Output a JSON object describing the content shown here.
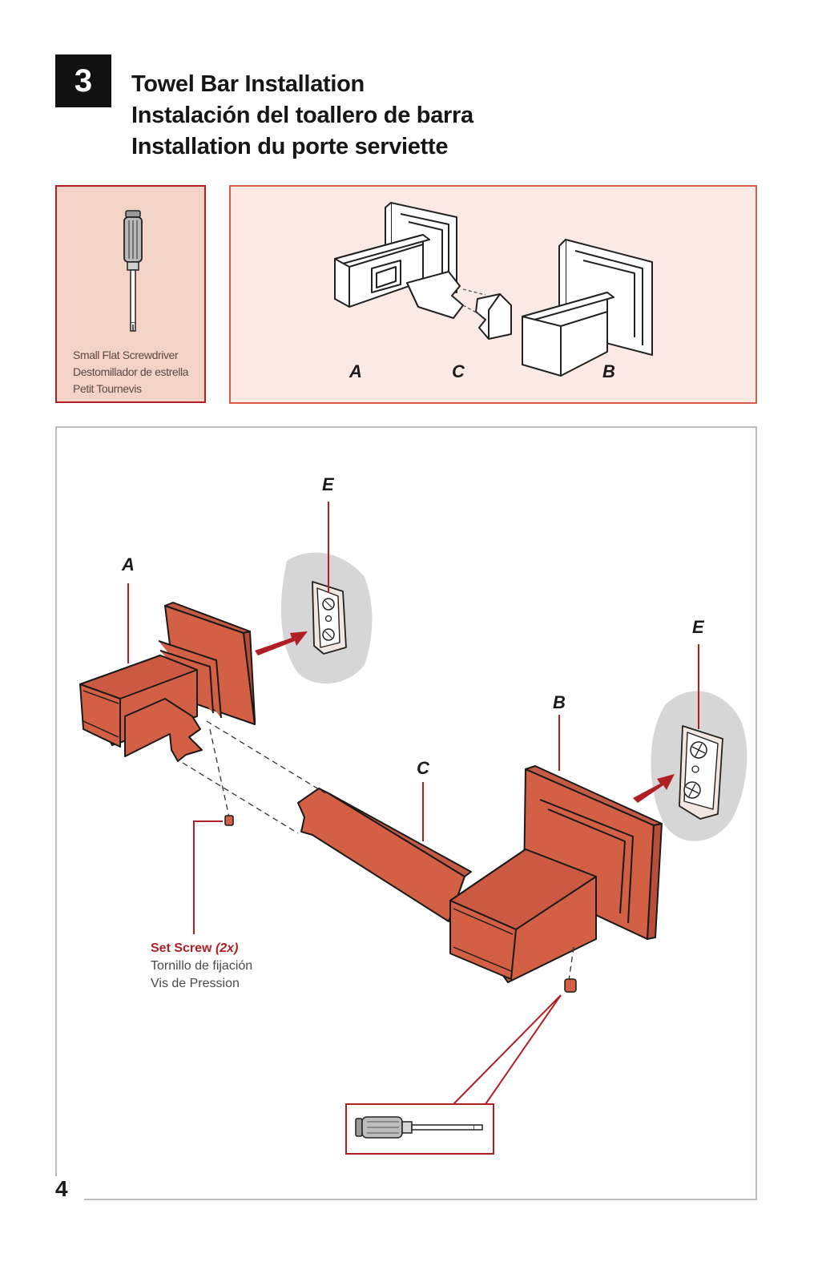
{
  "step": {
    "number": "3"
  },
  "titles": [
    "Towel Bar Installation",
    "Instalación del toallero de barra",
    "Installation du porte serviette"
  ],
  "tool": {
    "icon": "flat-screwdriver-icon",
    "captions": [
      "Small Flat Screwdriver",
      "Destomillador de estrella",
      "Petit Tournevis"
    ]
  },
  "parts_labels": {
    "a": "A",
    "c": "C",
    "b": "B"
  },
  "main_labels": {
    "a": "A",
    "b": "B",
    "c": "C",
    "e_left": "E",
    "e_right": "E"
  },
  "set_screw": {
    "label": "Set Screw",
    "qty": "(2x)",
    "spanish": "Tornillo de fijación",
    "french": "Vis de Pression"
  },
  "page": {
    "number": "4"
  },
  "colors": {
    "accent_red": "#b01f24",
    "part_fill": "#d35f45",
    "tool_box_bg": "#f4d3c7",
    "parts_box_bg": "#fbe9e3",
    "wall_gray": "#d6d6d6"
  }
}
